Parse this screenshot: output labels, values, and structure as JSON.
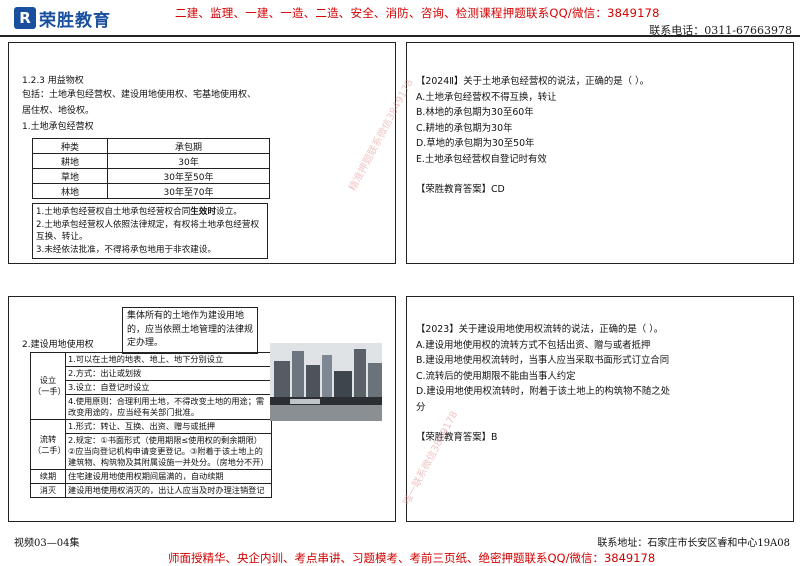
{
  "header": {
    "logo_text": "荣胜教育",
    "banner": "二建、监理、一建、一造、二造、安全、消防、咨询、检测课程押题联系QQ/微信：3849178",
    "phone": "联系电话：0311-67663978"
  },
  "slide1": {
    "heading": "1.2.3 用益物权",
    "line1": "包括：土地承包经营权、建设用地使用权、宅基地使用权、",
    "line2": "居住权、地役权。",
    "subheading": "1.土地承包经营权",
    "table": {
      "headers": [
        "种类",
        "承包期"
      ],
      "rows": [
        [
          "耕地",
          "30年"
        ],
        [
          "草地",
          "30年至50年"
        ],
        [
          "林地",
          "30年至70年"
        ]
      ]
    },
    "notes": [
      "1.土地承包经营权自土地承包经营权合同",
      "生效时",
      "设立。",
      "2.土地承包经营权人依照法律规定，有权将土地承包经营权互换、转让。",
      "3.未经依法批准，不得将承包地用于非农建设。"
    ]
  },
  "slide2": {
    "title": "【2024Ⅱ】关于土地承包经营权的说法，正确的是（    ）。",
    "options": [
      "A.土地承包经营权不得互换，转让",
      "B.林地的承包期为30至60年",
      "C.耕地的承包期为30年",
      "D.草地的承包期为30至50年",
      "E.土地承包经营权自登记时有效"
    ],
    "answer": "【荣胜教育答案】CD"
  },
  "slide3": {
    "heading": "2.建设用地使用权",
    "callout": "集体所有的土地作为建设用地的，应当依照土地管理的法律规定办理。",
    "rows": [
      {
        "label": "设立\n（一手）",
        "items": [
          "1.可以在土地的地表、地上、地下分别设立",
          "2.方式：出让或划拨",
          "3.设立：自登记时设立",
          "4.使用原则：合理利用土地，不得改变土地的用途；需改变用途的，应当经有关部门批准。"
        ]
      },
      {
        "label": "流转\n（二手）",
        "items": [
          "1.形式：转让、互换、出资、赠与或抵押",
          "2.规定：①书面形式（使用期限≤使用权的剩余期限）②应当向登记机构申请变更登记。③附着于该土地上的建筑物、构筑物及其附属设施一并处分。（房地分不开）"
        ]
      },
      {
        "label": "续期",
        "items": [
          "住宅建设用地使用权期间届满的，自动续期"
        ]
      },
      {
        "label": "消灭",
        "items": [
          "建设用地使用权消灭的，出让人应当及时办理注销登记"
        ]
      }
    ]
  },
  "slide4": {
    "title": "【2023】关于建设用地使用权流转的说法，正确的是（    ）。",
    "options": [
      "A.建设用地使用权的流转方式不包括出资、赠与或者抵押",
      "B.建设用地使用权流转时，当事人应当采取书面形式订立合同",
      "C.流转后的使用期限不能由当事人约定",
      "D.建设用地使用权流转时，附着于该土地上的构筑物不随之处分"
    ],
    "answer": "【荣胜教育答案】B"
  },
  "watermarks": [
    "精准押题联系微信3849178",
    "唯一联系微信3849178"
  ],
  "footer": {
    "left": "视频03—04集",
    "right": "联系地址：石家庄市长安区睿和中心19A08",
    "banner": "师面授精华、央企内训、考点串讲、习题模考、考前三页纸、绝密押题联系QQ/微信：3849178"
  }
}
